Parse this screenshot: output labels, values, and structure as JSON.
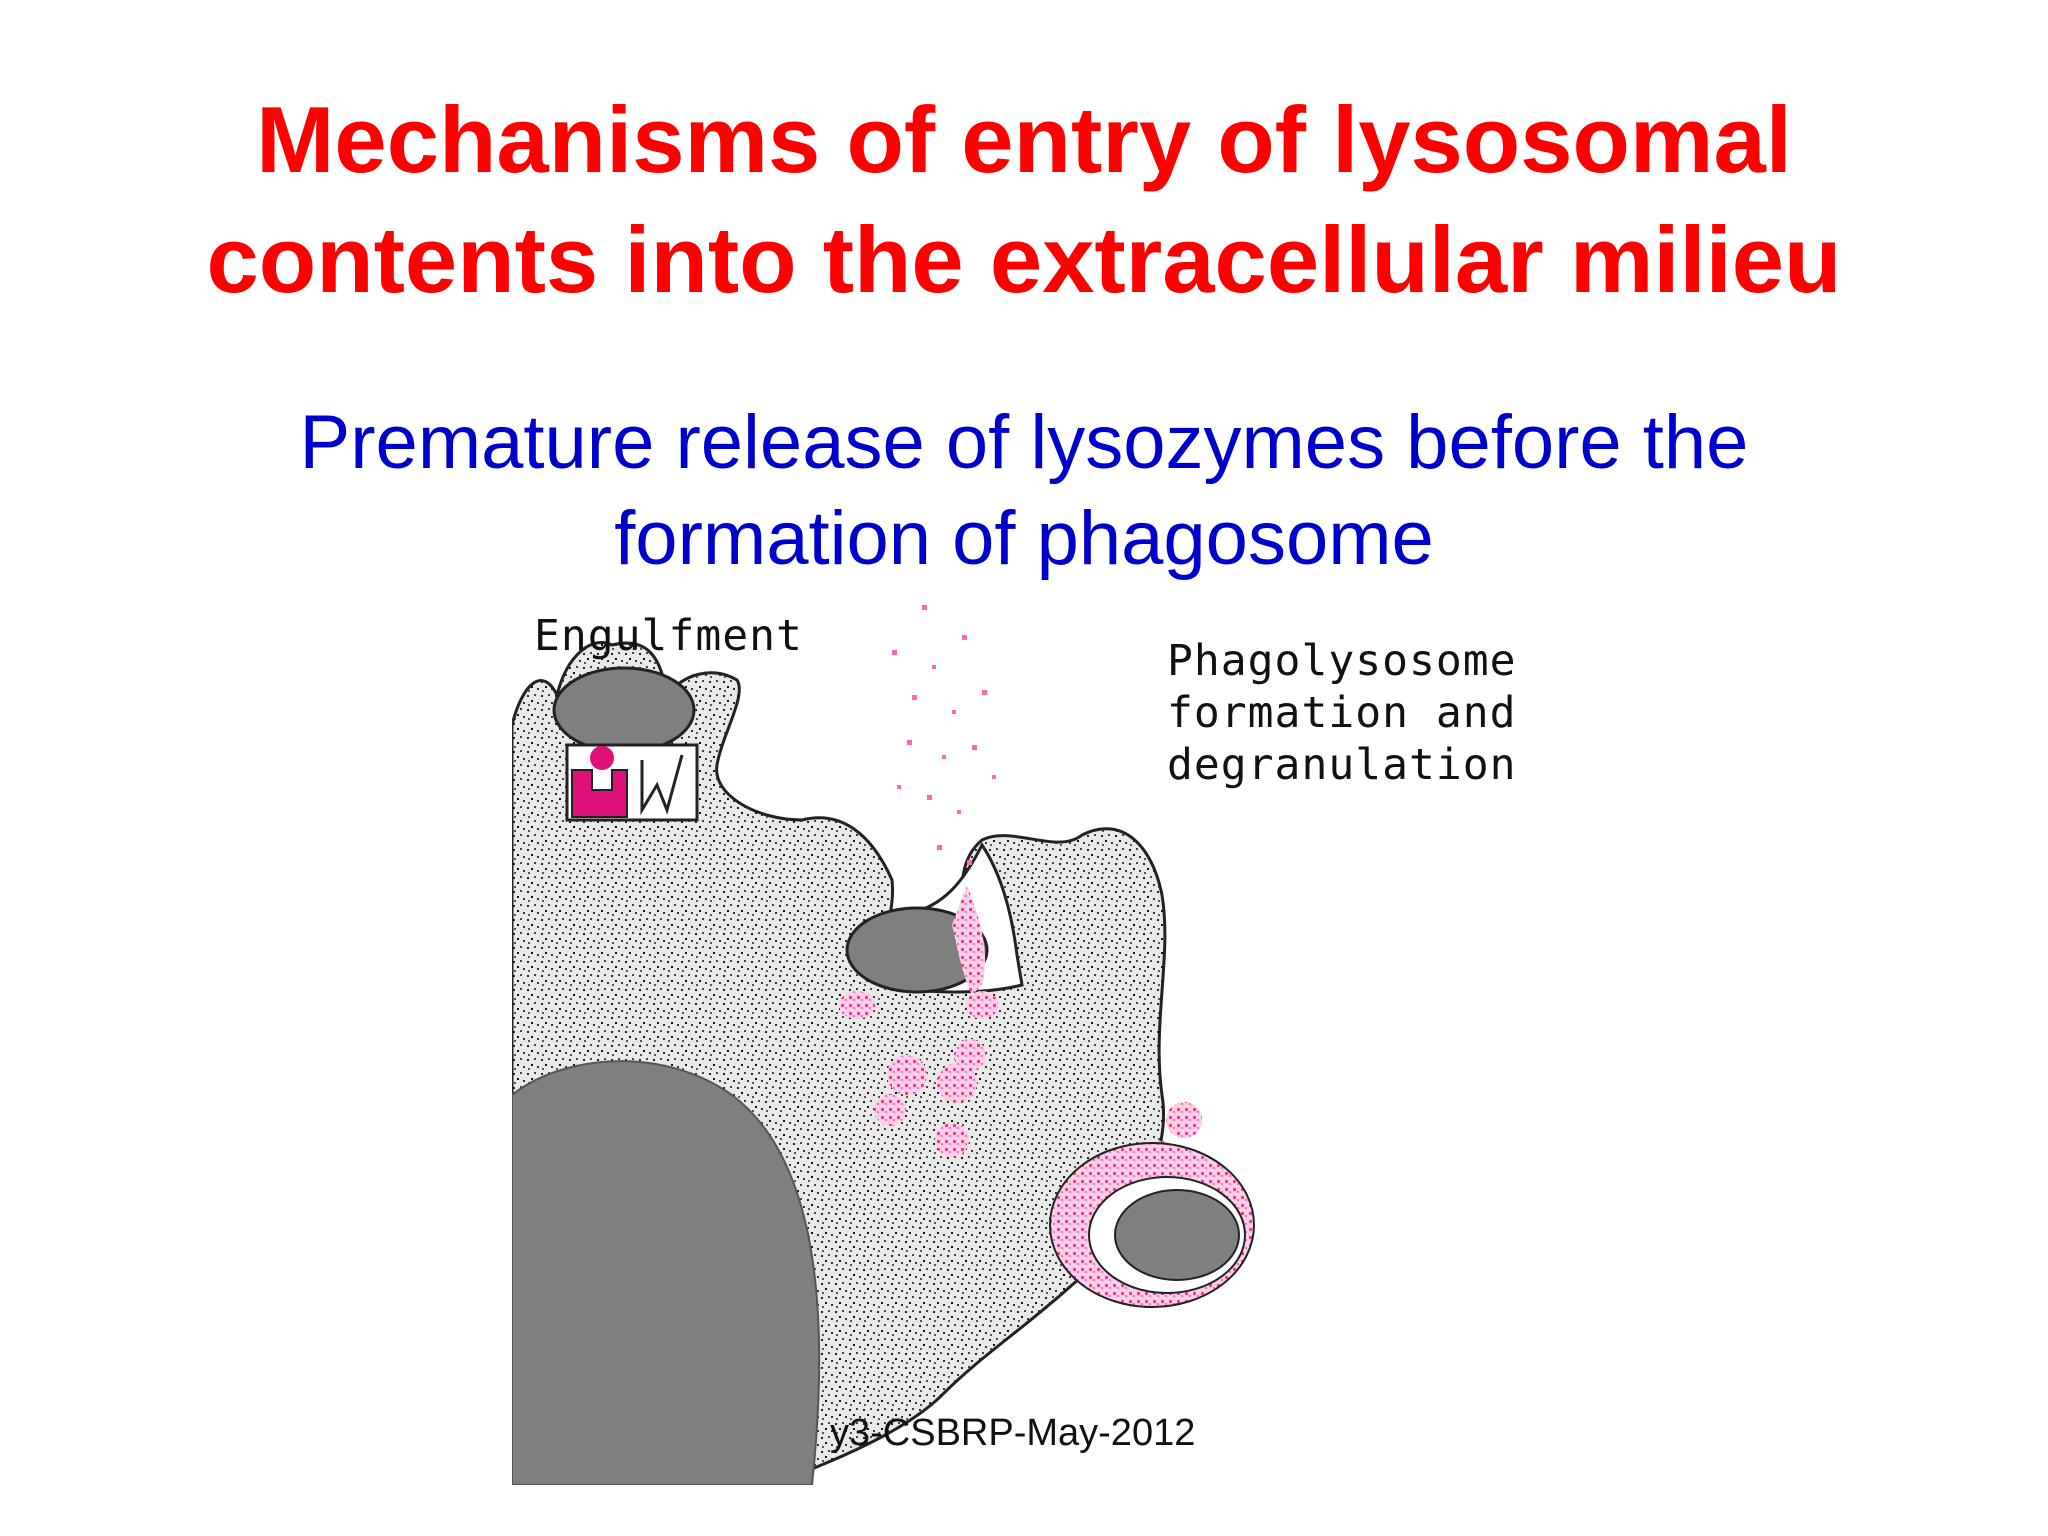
{
  "slide": {
    "title_line1": "Mechanisms of entry of lysosomal",
    "title_line2": "contents into the extracellular milieu",
    "subtitle_line1": "Premature release of lysozymes before the",
    "subtitle_line2": "formation of phagosome",
    "footer": "y3-CSBRP-May-2012"
  },
  "figure": {
    "labels": {
      "engulfment": "Engulfment",
      "phagolysosome_line1": "Phagolysosome",
      "phagolysosome_line2": "formation and",
      "phagolysosome_line3": "degranulation"
    }
  },
  "colors": {
    "title": "#ff0000",
    "subtitle": "#0000cc",
    "cytoplasm": "#d9d9d9",
    "organelle": "#7f7f7f",
    "lysosome": "#ff3399",
    "granule_magenta": "#e0107a"
  }
}
